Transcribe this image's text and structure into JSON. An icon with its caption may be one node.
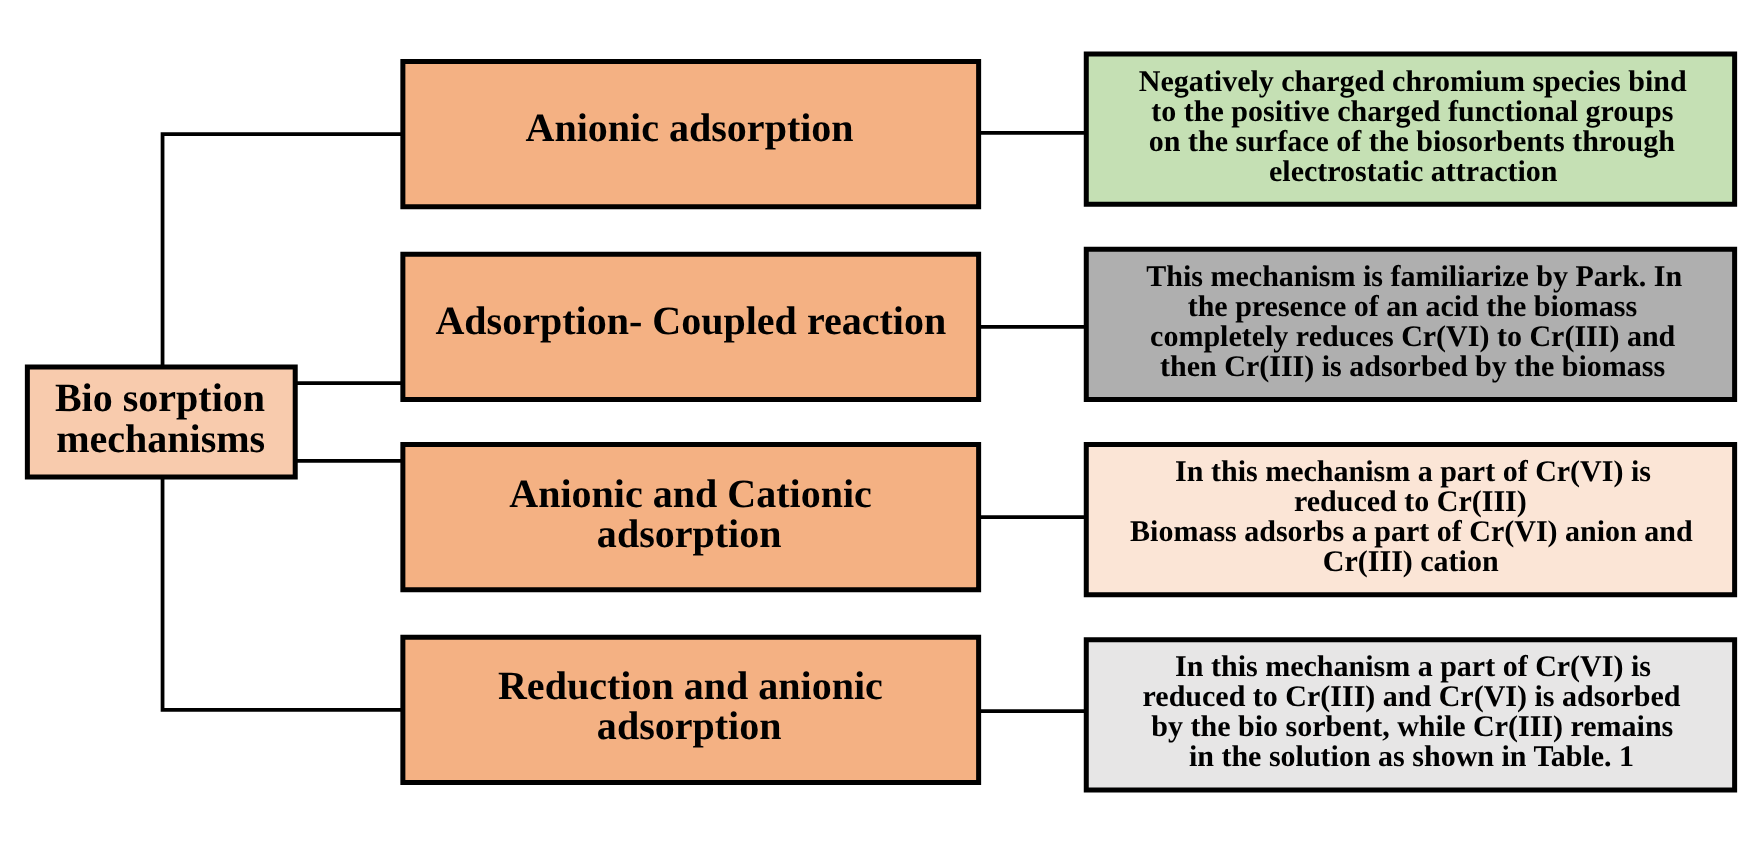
{
  "diagram": {
    "nodes": [
      {
        "text": [
          "Bio sorption mechanisms"
        ]
      },
      {
        "text": [
          "Anionic adsorption"
        ]
      },
      {
        "text": [
          "Adsorption- Coupled reaction"
        ]
      },
      {
        "text": [
          "Anionic and Cationic adsorption"
        ]
      },
      {
        "text": [
          "Reduction and anionic adsorption"
        ]
      },
      {
        "text": [
          "Negatively charged chromium species bind to the positive charged functional groups on the surface of the biosorbents through electrostatic attraction"
        ]
      },
      {
        "text": [
          "This mechanism is familiarize by Park. In the presence of an acid the biomass completely reduces Cr(VI) to Cr(III) and then Cr(III) is adsorbed by the biomass"
        ]
      },
      {
        "text": [
          "In this mechanism a part of Cr(VI) is reduced to Cr(III)",
          "Biomass adsorbs a part of Cr(VI) anion and Cr(III) cation"
        ]
      },
      {
        "text": [
          "In this mechanism a part of Cr(VI) is reduced to Cr(III) and Cr(VI) is adsorbed by the bio sorbent, while Cr(III) remains in the solution as shown in Table. 1"
        ]
      }
    ],
    "edges": [
      {
        "from": 0,
        "to": 1,
        "arrow": "none"
      },
      {
        "from": 0,
        "to": 2,
        "arrow": "none"
      },
      {
        "from": 0,
        "to": 3,
        "arrow": "none"
      },
      {
        "from": 0,
        "to": 4,
        "arrow": "none"
      },
      {
        "from": 1,
        "to": 5,
        "arrow": "none"
      },
      {
        "from": 2,
        "to": 6,
        "arrow": "none"
      },
      {
        "from": 3,
        "to": 7,
        "arrow": "none"
      },
      {
        "from": 4,
        "to": 8,
        "arrow": "none"
      }
    ]
  }
}
